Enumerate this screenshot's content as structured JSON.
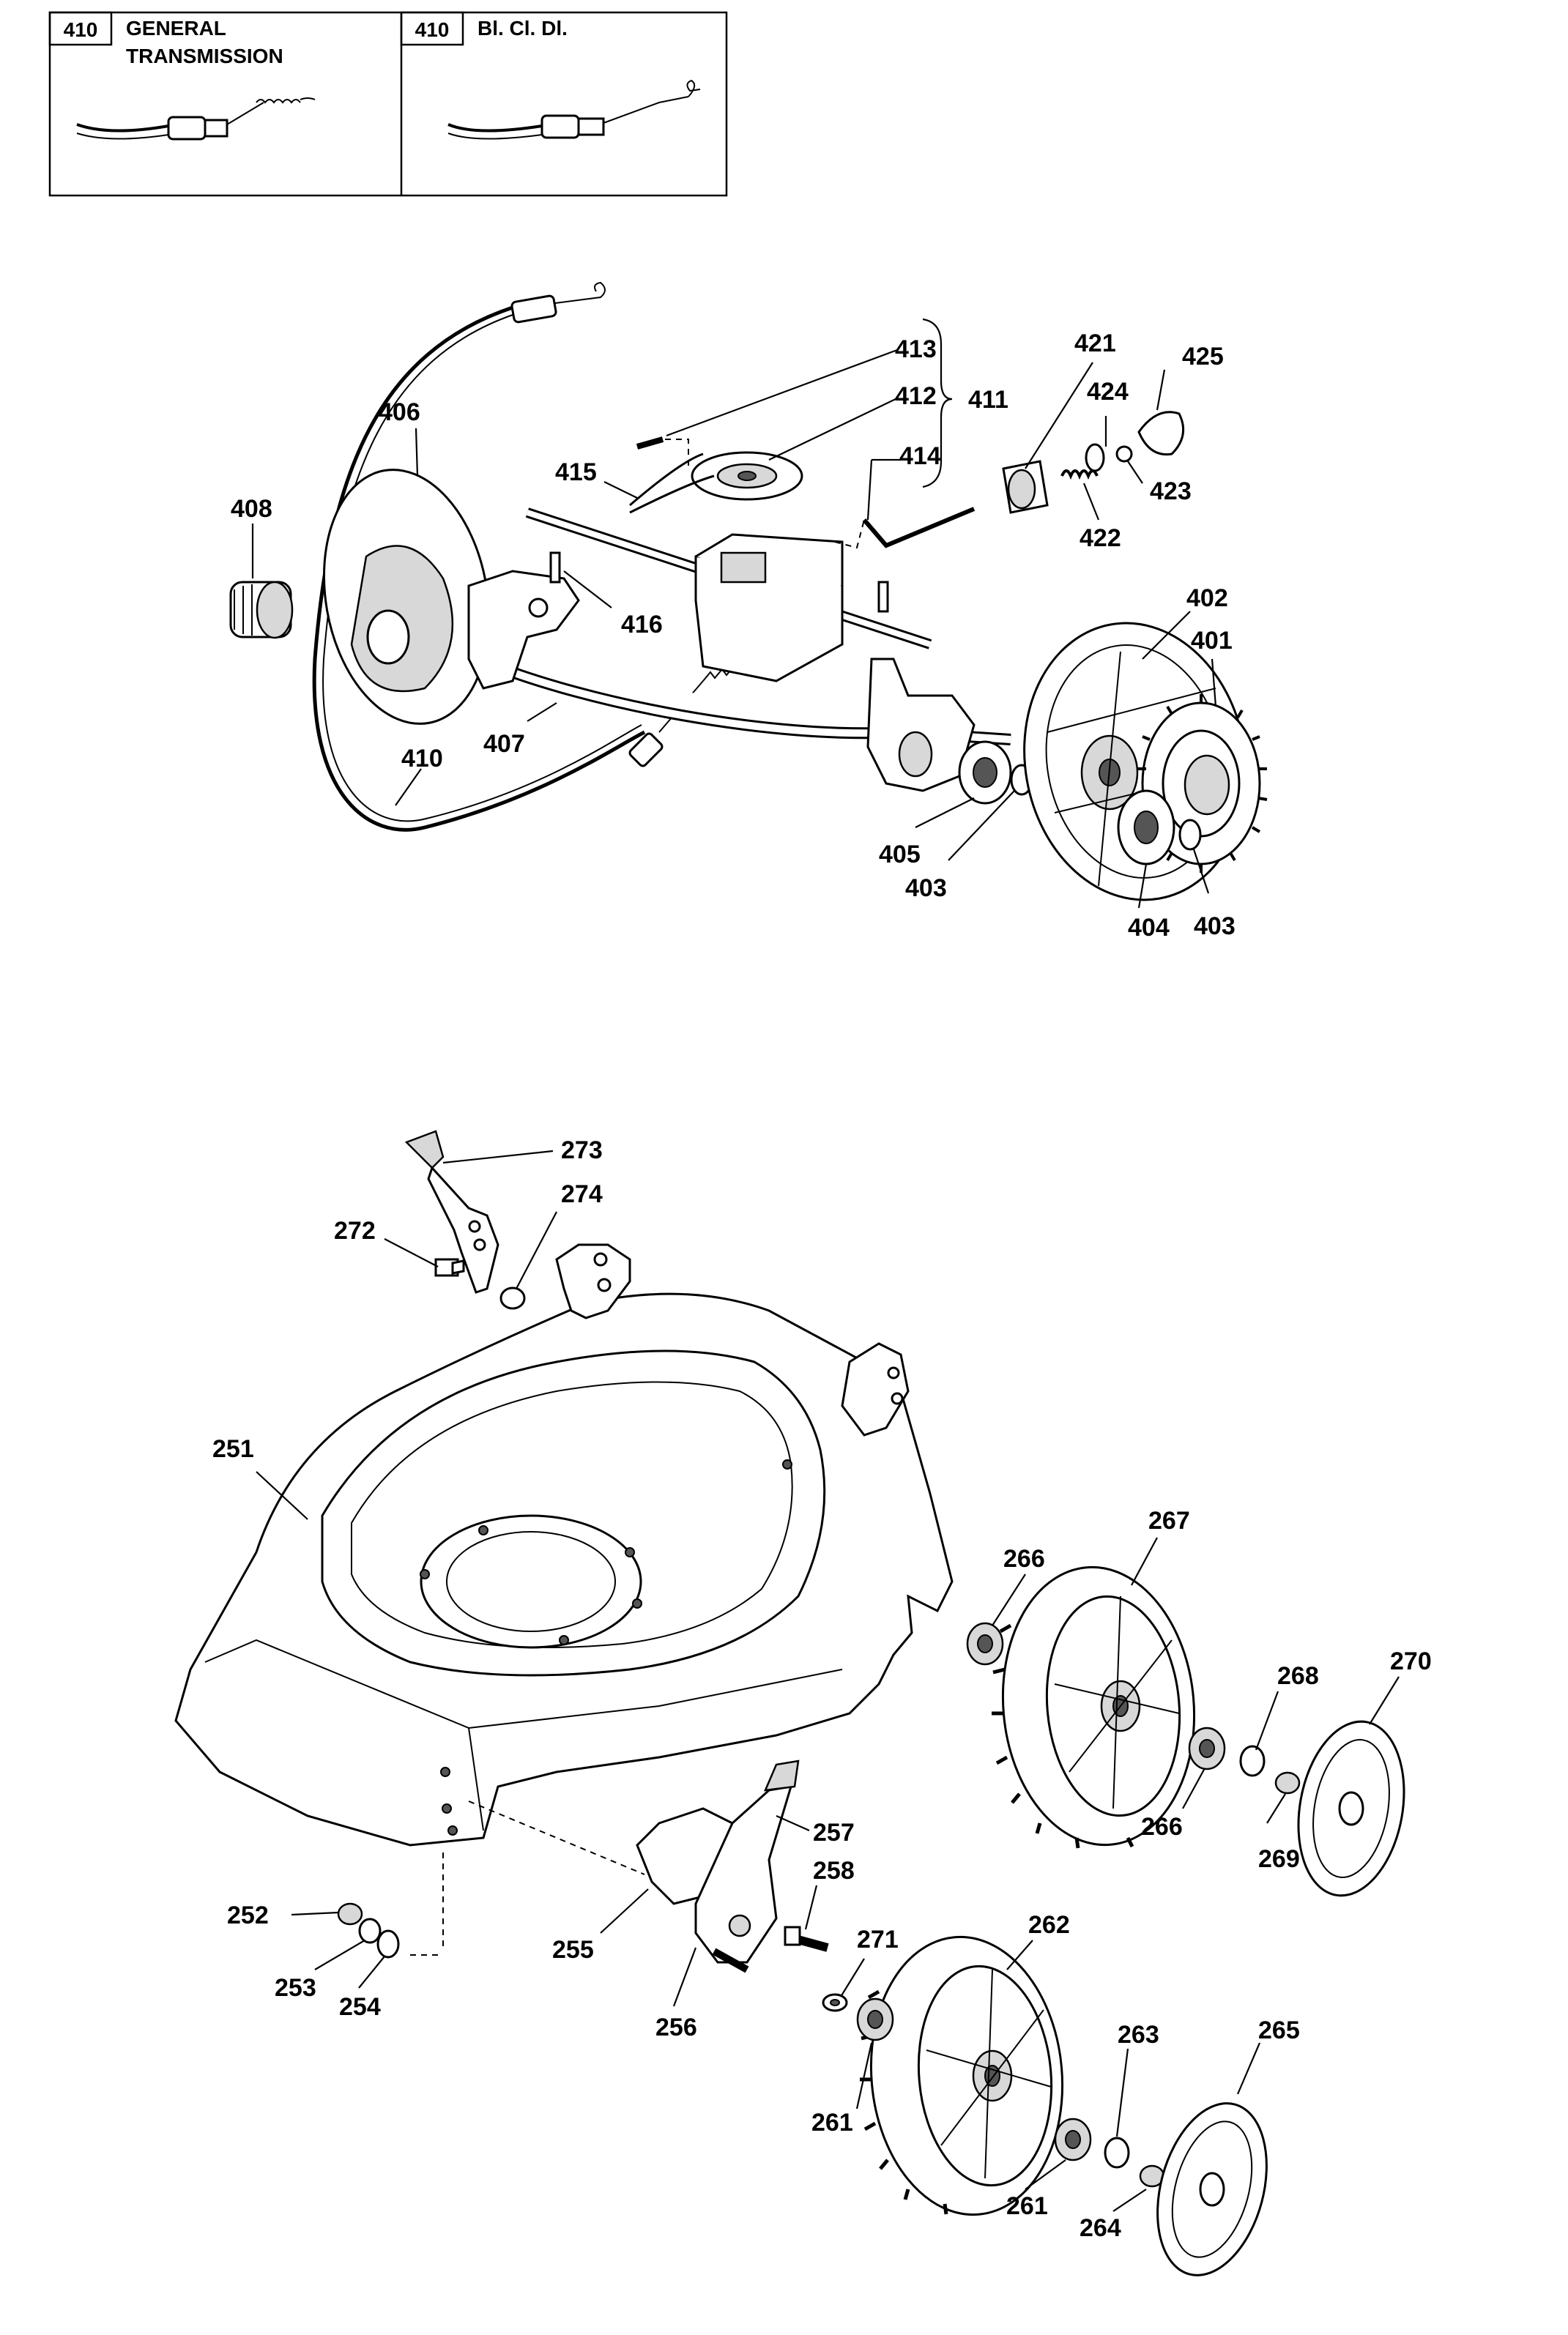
{
  "legend": {
    "box1": {
      "code": "410",
      "title_line1": "GENERAL",
      "title_line2": "TRANSMISSION"
    },
    "box2": {
      "code": "410",
      "title_line1": "Bl. Cl. Dl."
    }
  },
  "labels": {
    "l413": "413",
    "l412": "412",
    "l411": "411",
    "l414": "414",
    "l415": "415",
    "l406": "406",
    "l408": "408",
    "l416": "416",
    "l407": "407",
    "l410": "410",
    "l421": "421",
    "l425": "425",
    "l424": "424",
    "l423": "423",
    "l422": "422",
    "l402": "402",
    "l401": "401",
    "l405": "405",
    "l403a": "403",
    "l404": "404",
    "l403b": "403",
    "l273": "273",
    "l274": "274",
    "l272": "272",
    "l251": "251",
    "l267": "267",
    "l266a": "266",
    "l268": "268",
    "l270": "270",
    "l266b": "266",
    "l269": "269",
    "l257": "257",
    "l258": "258",
    "l271": "271",
    "l262": "262",
    "l252": "252",
    "l253": "253",
    "l254": "254",
    "l255": "255",
    "l256": "256",
    "l263": "263",
    "l265": "265",
    "l261a": "261",
    "l261b": "261",
    "l264": "264"
  }
}
